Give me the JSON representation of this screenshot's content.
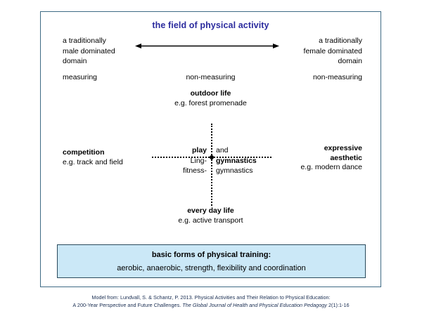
{
  "diagram": {
    "title": "the field of physical activity",
    "title_color": "#2b2b9e",
    "frame_border_color": "#3f6b85",
    "axis": {
      "arrow_name": "double-headed-horizontal-arrow",
      "left_label": "a traditionally\nmale dominated\ndomain",
      "right_label": "a traditionally\nfemale dominated\ndomain"
    },
    "measuring_row": {
      "left": "measuring",
      "center": "non-measuring",
      "right": "non-measuring"
    },
    "nodes": {
      "top": {
        "title": "outdoor life",
        "example": "e.g. forest promenade"
      },
      "bottom": {
        "title": "every day life",
        "example": "e.g. active transport"
      },
      "left": {
        "title": "competition",
        "example": "e.g. track and field"
      },
      "right": {
        "title": "expressive\naesthetic",
        "example": "e.g. modern dance"
      }
    },
    "center": {
      "left_column": [
        "play",
        "Ling-",
        "fitness-"
      ],
      "right_column": [
        "and",
        "gymnastics",
        "gymnastics"
      ],
      "left_bold": [
        true,
        false,
        false
      ],
      "right_bold": [
        false,
        true,
        false
      ]
    },
    "basic_forms": {
      "title": "basic forms of physical training:",
      "list": "aerobic, anaerobic, strength, flexibility and coordination",
      "fill_color": "#cbe8f7",
      "border_color": "#2a4a5c"
    }
  },
  "citation": {
    "line1": "Model from: Lundvall, S. & Schantz, P. 2013. Physical Activities and Their Relation to Physical Education:",
    "line2_plain_start": "A 200-Year Perspective and Future Challenges. ",
    "line2_italic": "The Global Journal of Health and Physical Education Pedagogy",
    "line2_plain_end": " 2(1):1-16"
  }
}
